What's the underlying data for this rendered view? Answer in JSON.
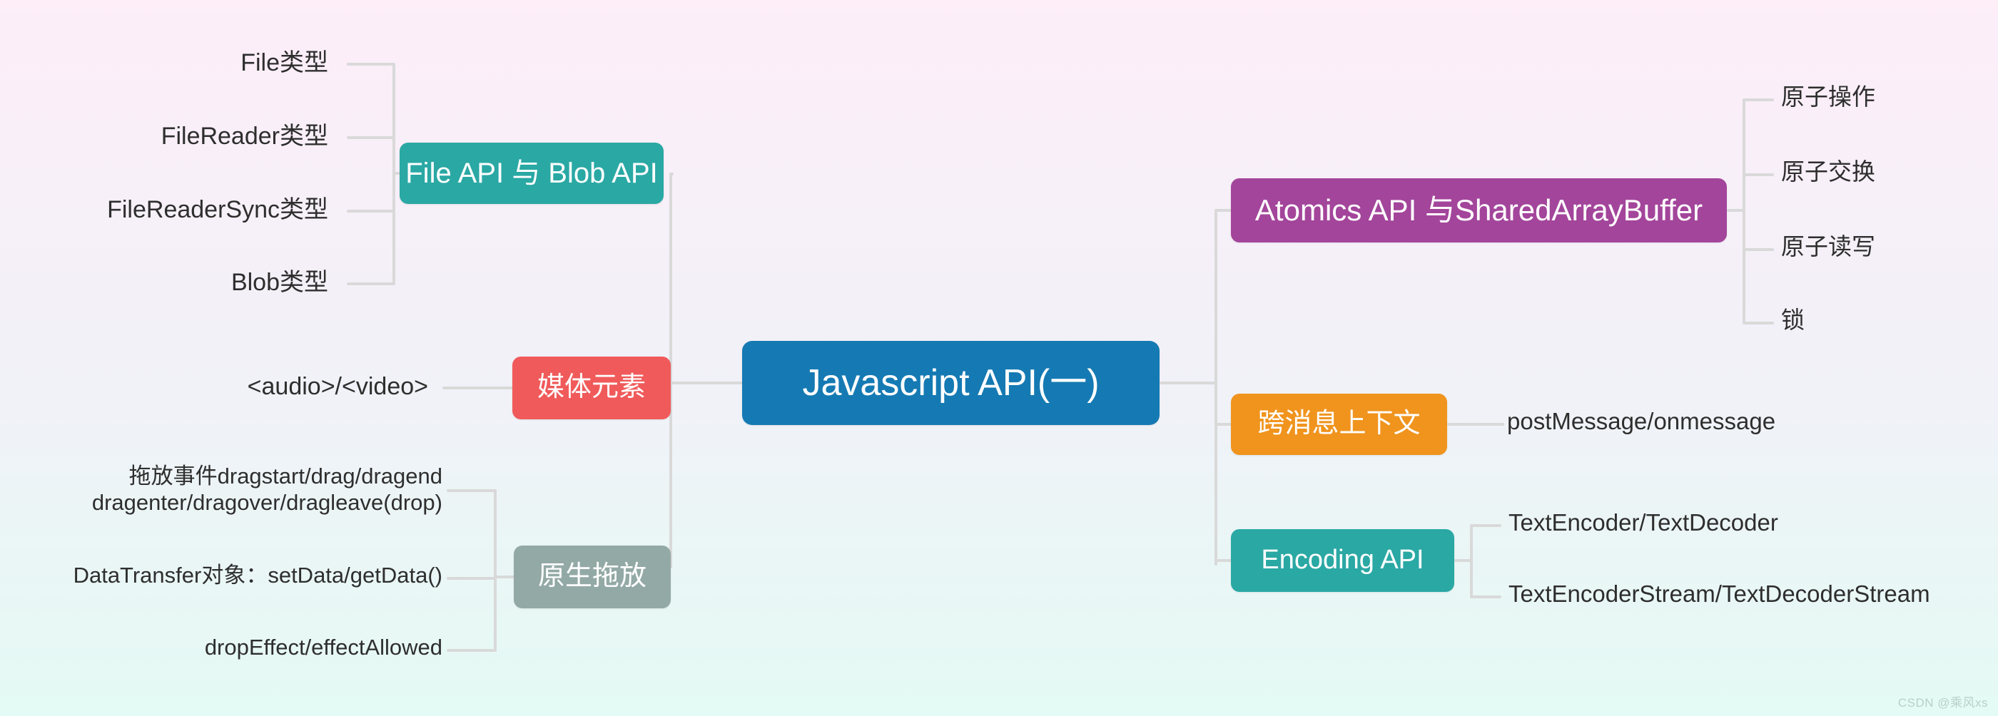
{
  "meta": {
    "watermark": "CSDN @乘风xs",
    "background_top": "#fdeef8",
    "background_bottom": "#e4faf4",
    "connector_color": "#d9d9d9",
    "leaf_text_color": "#2e2e2e"
  },
  "root": {
    "label": "Javascript API(一)",
    "color": "#157ab3"
  },
  "branches": {
    "file_api": {
      "label": "File API 与 Blob API",
      "color": "#2aa8a4",
      "children": [
        {
          "label": "File类型"
        },
        {
          "label": "FileReader类型"
        },
        {
          "label": "FileReaderSync类型"
        },
        {
          "label": "Blob类型"
        }
      ]
    },
    "media": {
      "label": "媒体元素",
      "color": "#f05a5a",
      "children": [
        {
          "label": "<audio>/<video>"
        }
      ]
    },
    "native_dnd": {
      "label": "原生拖放",
      "color": "#93a9a6",
      "children": [
        {
          "label": "拖放事件dragstart/drag/dragend\ndragenter/dragover/dragleave(drop)"
        },
        {
          "label": "DataTransfer对象：setData/getData()"
        },
        {
          "label": "dropEffect/effectAllowed"
        }
      ]
    },
    "atomics": {
      "label": "Atomics API 与SharedArrayBuffer",
      "color": "#a3459b",
      "children": [
        {
          "label": "原子操作"
        },
        {
          "label": "原子交换"
        },
        {
          "label": "原子读写"
        },
        {
          "label": "锁"
        }
      ]
    },
    "cross_message": {
      "label": "跨消息上下文",
      "color": "#f0941e",
      "children": [
        {
          "label": "postMessage/onmessage"
        }
      ]
    },
    "encoding": {
      "label": "Encoding API",
      "color": "#2aa8a4",
      "children": [
        {
          "label": "TextEncoder/TextDecoder"
        },
        {
          "label": "TextEncoderStream/TextDecoderStream"
        }
      ]
    }
  }
}
